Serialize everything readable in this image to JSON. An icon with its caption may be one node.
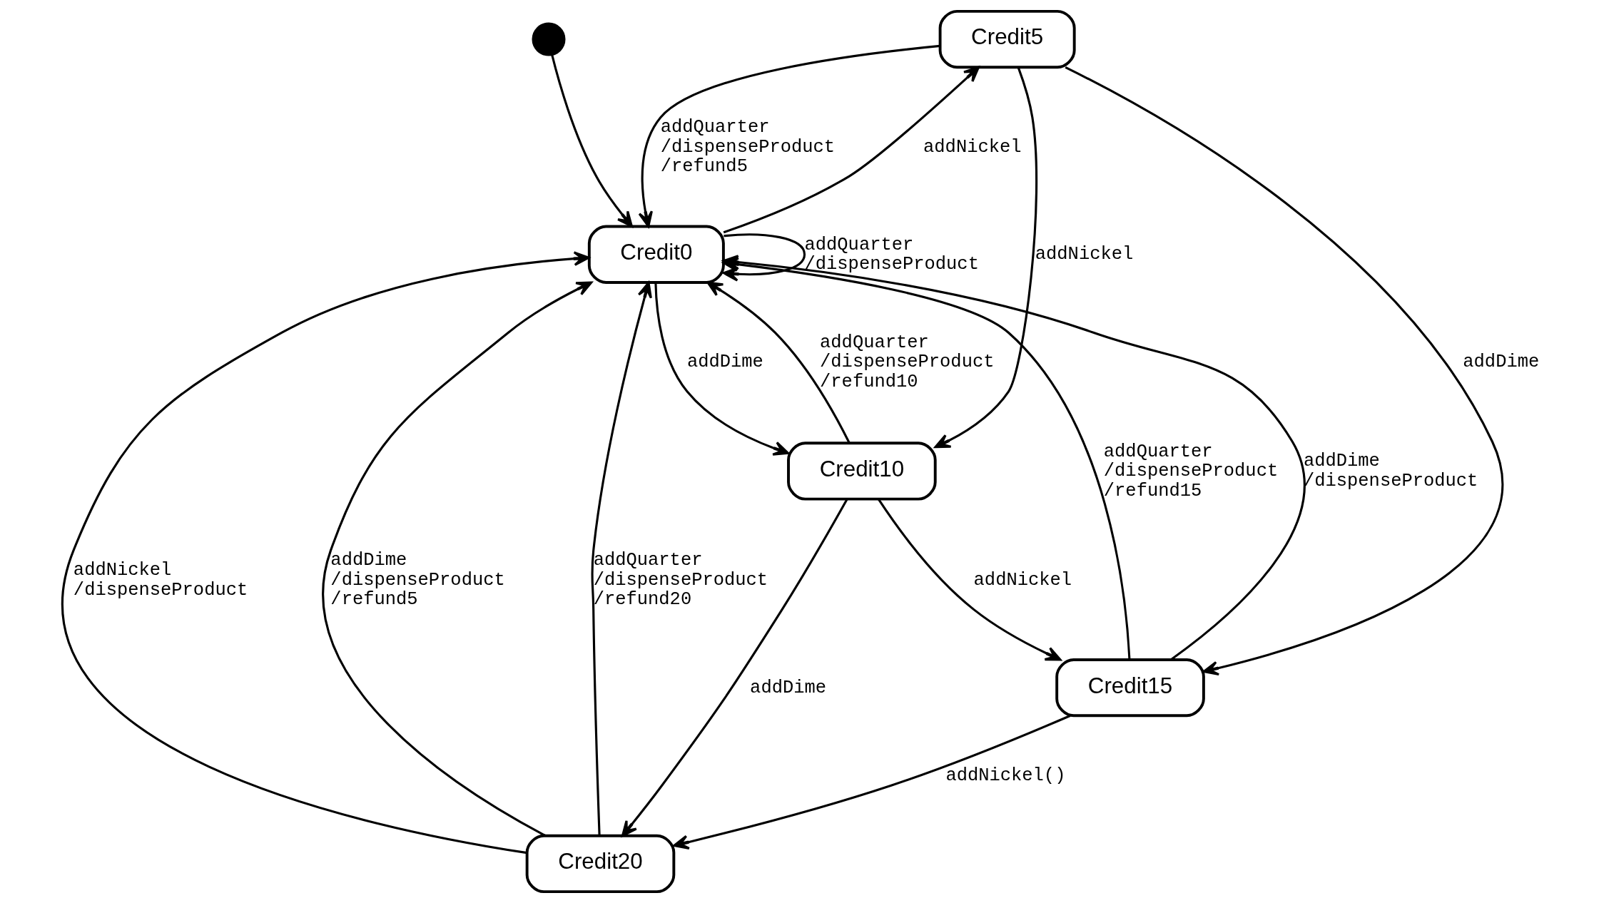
{
  "diagram": {
    "nodes": [
      {
        "text": [
          "Credit5"
        ]
      },
      {
        "text": [],
        "shape": "circle"
      },
      {
        "text": [
          "Credit0"
        ]
      },
      {
        "text": [
          "Credit10"
        ]
      },
      {
        "text": [
          "Credit20"
        ]
      },
      {
        "text": [
          "Credit15"
        ]
      }
    ],
    "edges": [
      {
        "from": 1,
        "to": 2,
        "arrow": "to"
      },
      {
        "from": 2,
        "to": 2,
        "arrow": "to",
        "label": "addQuarter /dispenseProduct"
      },
      {
        "from": 2,
        "to": 0,
        "arrow": "to",
        "label": "addNickel"
      },
      {
        "from": 0,
        "to": 2,
        "arrow": "to",
        "label": "addQuarter /dispenseProduct /refund5"
      },
      {
        "from": 0,
        "to": 3,
        "arrow": "to",
        "label": "addNickel"
      },
      {
        "from": 0,
        "to": 5,
        "arrow": "to",
        "label": "addDime"
      },
      {
        "from": 2,
        "to": 3,
        "arrow": "to",
        "label": "addDime"
      },
      {
        "from": 3,
        "to": 2,
        "arrow": "to",
        "label": "addQuarter /dispenseProduct /refund10"
      },
      {
        "from": 3,
        "to": 4,
        "arrow": "to",
        "label": "addDime"
      },
      {
        "from": 3,
        "to": 5,
        "arrow": "to",
        "label": "addNickel"
      },
      {
        "from": 5,
        "to": 2,
        "arrow": "to",
        "label": "addQuarter /dispenseProduct /refund15"
      },
      {
        "from": 5,
        "to": 2,
        "arrow": "to",
        "label": "addDime /dispenseProduct"
      },
      {
        "from": 5,
        "to": 4,
        "arrow": "to",
        "label": "addNickel()"
      },
      {
        "from": 4,
        "to": 2,
        "arrow": "to",
        "label": "addNickel /dispenseProduct"
      },
      {
        "from": 4,
        "to": 2,
        "arrow": "to",
        "label": "addDime /dispenseProduct /refund5"
      },
      {
        "from": 4,
        "to": 2,
        "arrow": "to",
        "label": "addQuarter /dispenseProduct /refund20"
      }
    ]
  }
}
